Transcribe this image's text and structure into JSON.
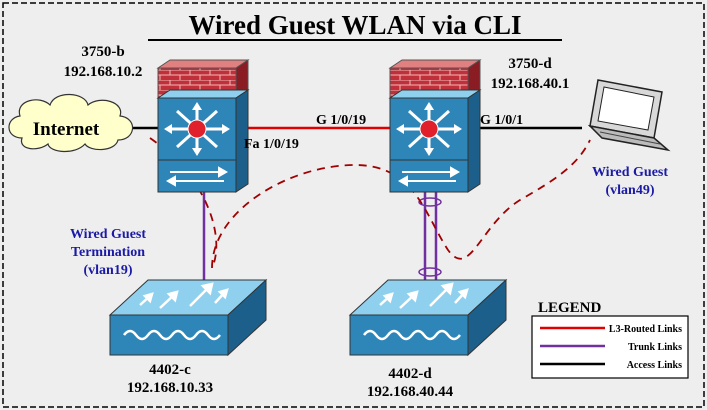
{
  "title": "Wired Guest WLAN via CLI",
  "nodes": {
    "internet": {
      "label": "Internet"
    },
    "switch_b": {
      "name": "3750-b",
      "ip": "192.168.10.2"
    },
    "switch_d": {
      "name": "3750-d",
      "ip": "192.168.40.1"
    },
    "wlc_c": {
      "name": "4402-c",
      "ip": "192.168.10.33"
    },
    "wlc_d": {
      "name": "4402-d",
      "ip": "192.168.40.44"
    },
    "laptop": {
      "line1": "Wired Guest",
      "line2": "(vlan49)"
    }
  },
  "ports": {
    "fa_b": "Fa 1/0/19",
    "g_d_left": "G 1/0/19",
    "g_d_right": "G 1/0/1"
  },
  "termination": {
    "line1": "Wired Guest",
    "line2": "Termination",
    "line3": "(vlan19)"
  },
  "legend": {
    "title": "LEGEND",
    "items": [
      {
        "label": "L3-Routed Links",
        "color": "#e00000"
      },
      {
        "label": "Trunk Links",
        "color": "#7030a0"
      },
      {
        "label": "Access Links",
        "color": "#000000"
      }
    ]
  },
  "colors": {
    "firewall": "#c0303a",
    "switch_face": "#2e86b8",
    "switch_top": "#8fd0ef",
    "label_blue": "#1a1aa6",
    "path": "#a00000"
  }
}
